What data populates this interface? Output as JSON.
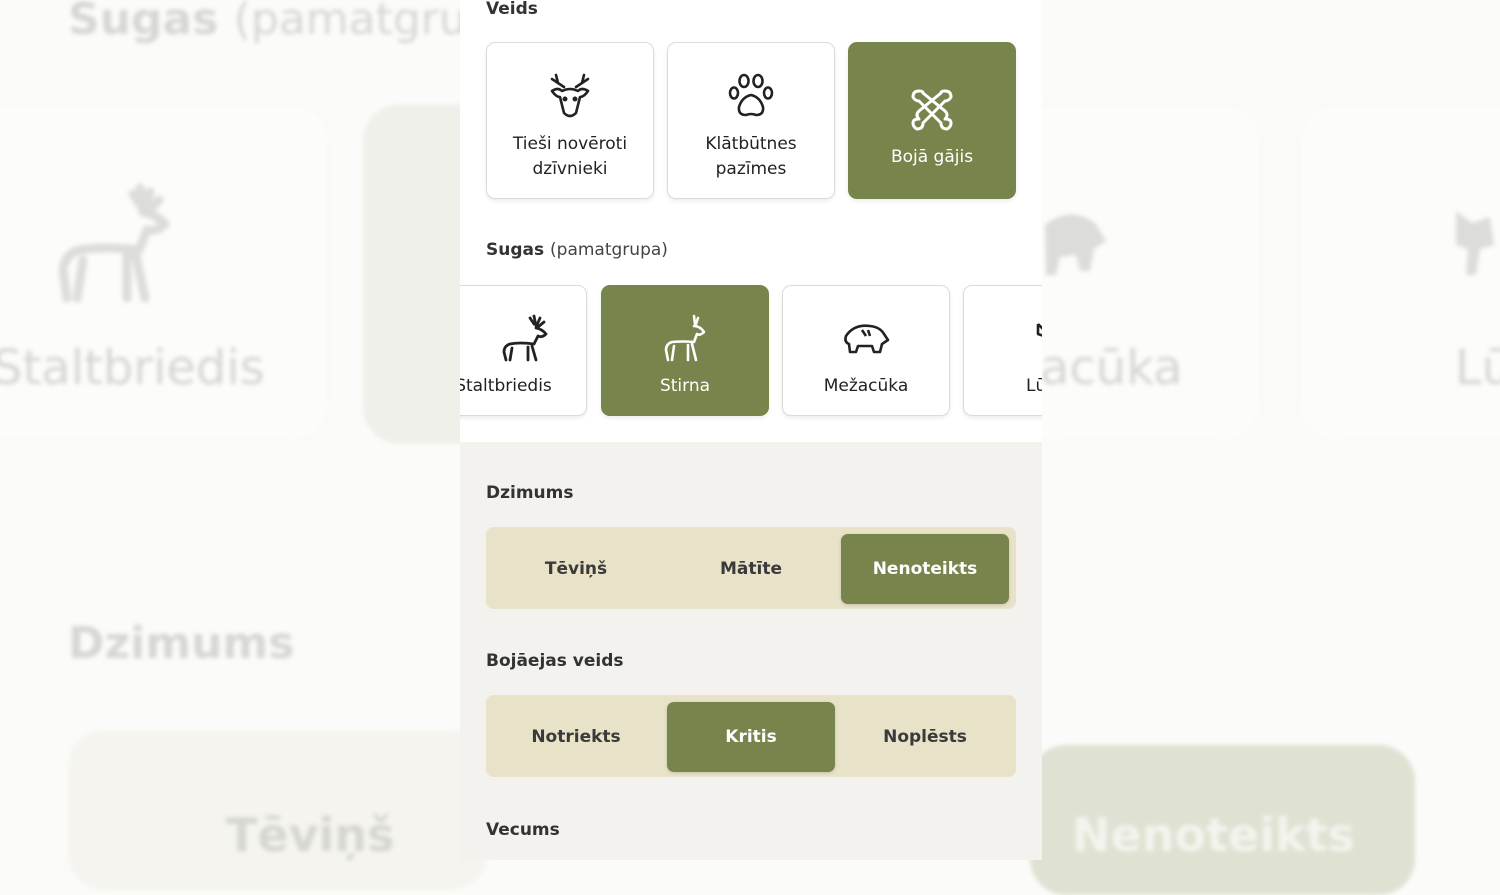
{
  "background": {
    "top_title": "Sugas",
    "top_title_suffix": "(pamatgrupa)",
    "left_card_label": "Staltbriedis",
    "right_card_label": "acūka",
    "far_right_label": "Lū",
    "dzimums": "Dzimums",
    "tevins": "Tēviņš",
    "nenoteikts": "Nenoteikts"
  },
  "veids": {
    "title": "Veids",
    "tiles": [
      {
        "label_line1": "Tieši novēroti",
        "label_line2": "dzīvnieki",
        "icon": "deer-head-icon",
        "active": false
      },
      {
        "label_line1": "Klātbūtnes",
        "label_line2": "pazīmes",
        "icon": "paw-print-icon",
        "active": false
      },
      {
        "label_line1": "Bojā gājis",
        "label_line2": "",
        "icon": "crossed-bones-icon",
        "active": true
      }
    ]
  },
  "sugas": {
    "title": "Sugas",
    "subtitle": "(pamatgrupa)",
    "tiles": [
      {
        "label": "Staltbriedis",
        "icon": "red-deer-icon",
        "active": false
      },
      {
        "label": "Stirna",
        "icon": "roe-deer-icon",
        "active": true
      },
      {
        "label": "Mežacūka",
        "icon": "wild-boar-icon",
        "active": false
      },
      {
        "label": "Lū",
        "icon": "lynx-icon",
        "active": false
      }
    ]
  },
  "dzimums": {
    "title": "Dzimums",
    "options": [
      "Tēviņš",
      "Mātīte",
      "Nenoteikts"
    ],
    "selected": "Nenoteikts"
  },
  "bojaejas_veids": {
    "title": "Bojāejas veids",
    "options": [
      "Notriekts",
      "Kritis",
      "Noplēsts"
    ],
    "selected": "Kritis"
  },
  "vecums": {
    "title": "Vecums"
  },
  "colors": {
    "accent": "#77844c",
    "segment_bg": "#e8e2c8",
    "panel_bg": "#f3f2ef"
  }
}
